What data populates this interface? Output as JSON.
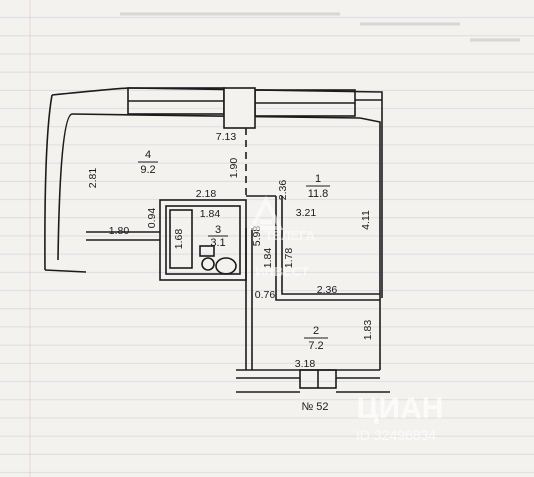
{
  "rooms": [
    {
      "number": "1",
      "area": "11.8"
    },
    {
      "number": "2",
      "area": "7.2"
    },
    {
      "number": "3",
      "area": "3.1"
    },
    {
      "number": "4",
      "area": "9.2"
    }
  ],
  "dimensions": {
    "d_713": "7.13",
    "d_281": "2.81",
    "d_190": "1.90",
    "d_236a": "2.36",
    "d_218": "2.18",
    "d_321": "3.21",
    "d_411": "4.11",
    "d_094": "0.94",
    "d_184a": "1.84",
    "d_180": "1.80",
    "d_168": "1.68",
    "d_598": "5.98",
    "d_178": "1.78",
    "d_184b": "1.84",
    "d_076": "0.76",
    "d_236b": "2.36",
    "d_183": "1.83",
    "d_318": "3.18"
  },
  "apartment_label": "№ 52",
  "watermark": {
    "agency_line1": "ТЕЛЕГА",
    "agency_line2": "ИНВЕСТ",
    "site": "ЦИАН",
    "listing_id": "ID 32496834"
  },
  "colors": {
    "paper": "#f4f2ef",
    "line": "#1c1c1c",
    "grid": "#b8c7d8",
    "watermark": "#ffffff"
  }
}
